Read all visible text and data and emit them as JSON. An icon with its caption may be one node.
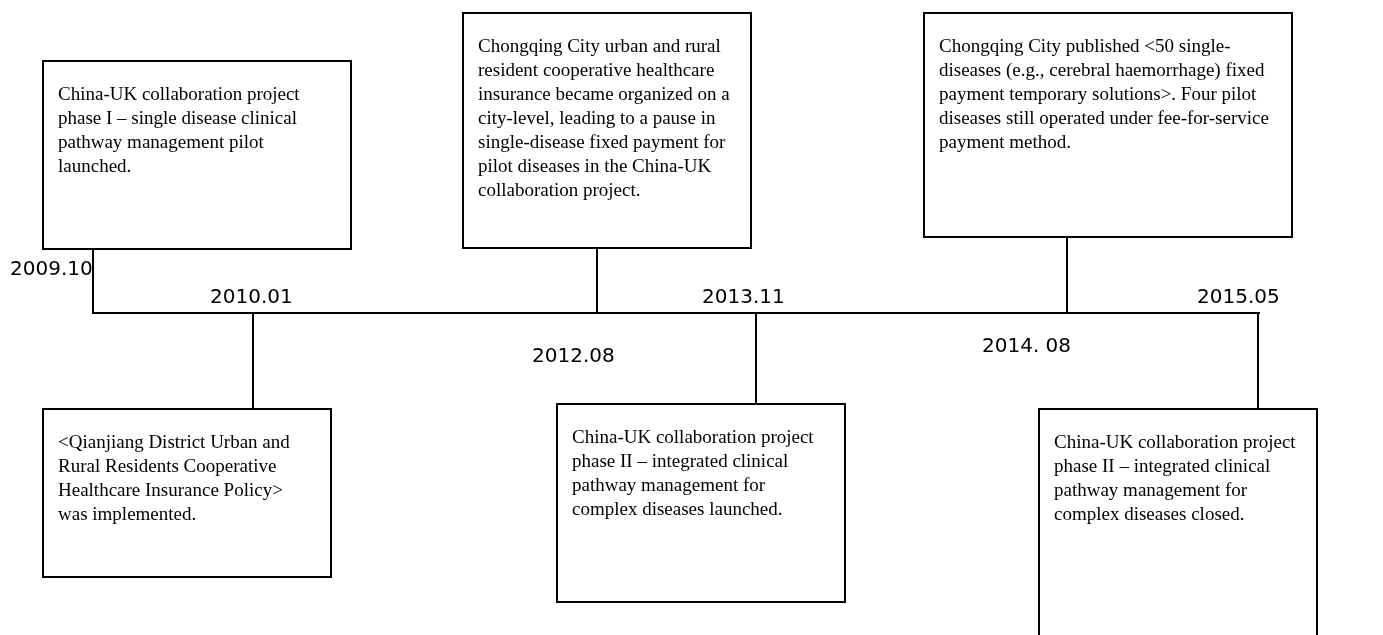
{
  "diagram": {
    "nodes": [
      {
        "text": [
          "China-UK collaboration project phase I – single disease clinical pathway management pilot launched."
        ]
      },
      {
        "text": [
          "Chongqing City urban and rural resident cooperative healthcare insurance became organized on a city-level, leading to a pause in single-disease fixed payment for pilot diseases in the China-UK collaboration project."
        ]
      },
      {
        "text": [
          "Chongqing City published <50 single-diseases (e.g., cerebral haemorrhage) fixed payment temporary solutions>. Four pilot diseases still operated under fee-for-service payment method."
        ]
      },
      {
        "text": [
          "<Qianjiang District Urban and Rural Residents Cooperative Healthcare Insurance Policy> was implemented."
        ]
      },
      {
        "text": [
          "China-UK collaboration project phase II – integrated clinical pathway management for complex diseases launched."
        ]
      },
      {
        "text": [
          "China-UK collaboration project phase II – integrated clinical pathway management for complex diseases closed."
        ]
      },
      {
        "text": [],
        "shape": "bar"
      }
    ],
    "edges": [
      {
        "from": 0,
        "to": 6,
        "arrow": "none"
      },
      {
        "from": 1,
        "to": 6,
        "arrow": "none"
      },
      {
        "from": 2,
        "to": 6,
        "arrow": "none"
      },
      {
        "from": 6,
        "to": 3,
        "arrow": "none"
      },
      {
        "from": 6,
        "to": 4,
        "arrow": "none"
      },
      {
        "from": 6,
        "to": 5,
        "arrow": "none"
      }
    ],
    "labels": [
      "2009.10",
      "2010.01",
      "2013.11",
      "2015.05",
      "2012.08",
      "2014. 08"
    ]
  }
}
